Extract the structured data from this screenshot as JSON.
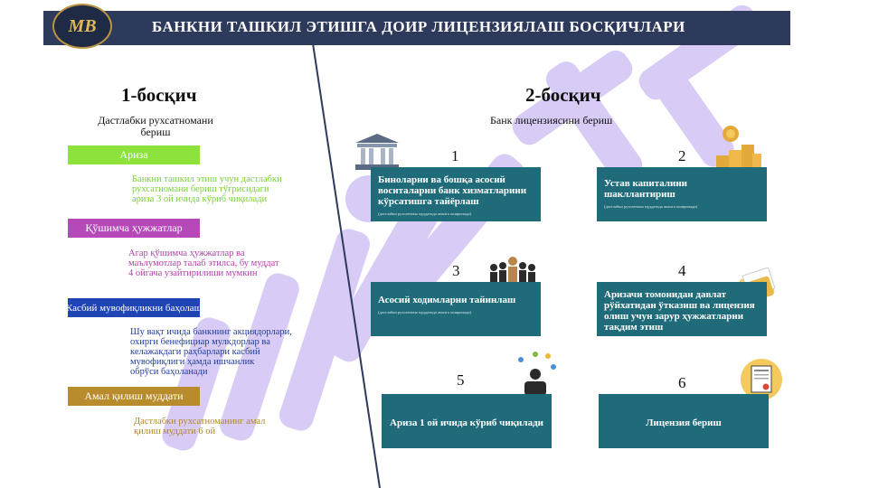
{
  "header": {
    "title": "БАНКНИ ТАШКИЛ ЭТИШГА ДОИР ЛИЦЕНЗИЯЛАШ БОСҚИЧЛАРИ",
    "logo_text": "MB"
  },
  "stage1": {
    "title": "1-босқич",
    "subtitle_line1": "Дастлабки рухсатномани",
    "subtitle_line2": "бериш",
    "items": [
      {
        "label": "Ариза",
        "color": "#8de33b",
        "desc": [
          "Банкни ташкил этиш учун дастлабки",
          "рухсатномани бериш тўғрисидаги",
          "ариза 3 ой ичида кўриб чиқилади"
        ],
        "desc_color": "#7ccf3a"
      },
      {
        "label": "Қўшимча ҳужжатлар",
        "color": "#b549b8",
        "desc": [
          "Агар қўшимча ҳужжатлар ва",
          "маълумотлар талаб этилса, бу муддат",
          "4 ойгача узайтирилиши мумкин"
        ],
        "desc_color": "#b23fa8"
      },
      {
        "label": "Касбий мувофиқликни баҳолаш",
        "color": "#1f45b5",
        "desc": [
          "Шу вақт ичида банкнинг акциядорлари,",
          "охирги бенефициар мулкдорлар ва",
          "келажакдаги раҳбарлари касбий",
          "мувофиқлиги ҳамда ишчанлик",
          "обрўси баҳоланади"
        ],
        "desc_color": "#223d9c"
      },
      {
        "label": "Амал қилиш муддати",
        "color": "#b88c2c",
        "desc": [
          "Дастлабки рухсатноманинг амал",
          "қилиш муддати 6 ой"
        ],
        "desc_color": "#b0862a"
      }
    ]
  },
  "stage2": {
    "title": "2-босқич",
    "subtitle": "Банк лицензиясини бериш",
    "steps": [
      {
        "num": "1",
        "title": "Биноларни ва бошқа асосий воситаларни банк хизматларини кўрсатишга тайёрлаш",
        "note": "(дастлабки рухсатнома муддатида амалга оширилади)"
      },
      {
        "num": "2",
        "title": "Устав капиталини шакллантириш",
        "note": "(дастлабки рухсатнома муддатида амалга оширилади)"
      },
      {
        "num": "3",
        "title": "Асосий ходимларни тайинлаш",
        "note": "(дастлабки рухсатнома муддатида амалга оширилади)"
      },
      {
        "num": "4",
        "title": "Аризачи томонидан давлат рўйхатидан ўтказиш ва лицензия олиш учун зарур ҳужжатларни тақдим этиш",
        "note": ""
      },
      {
        "num": "5",
        "title": "Ариза 1 ой ичида кўриб чиқилади",
        "note": ""
      },
      {
        "num": "6",
        "title": "Лицензия бериш",
        "note": ""
      }
    ]
  },
  "colors": {
    "header_bg": "#2e3a5c",
    "box_bg": "#1f6b7a",
    "divider": "#2e3a5c",
    "watermark": "#a78be8"
  }
}
